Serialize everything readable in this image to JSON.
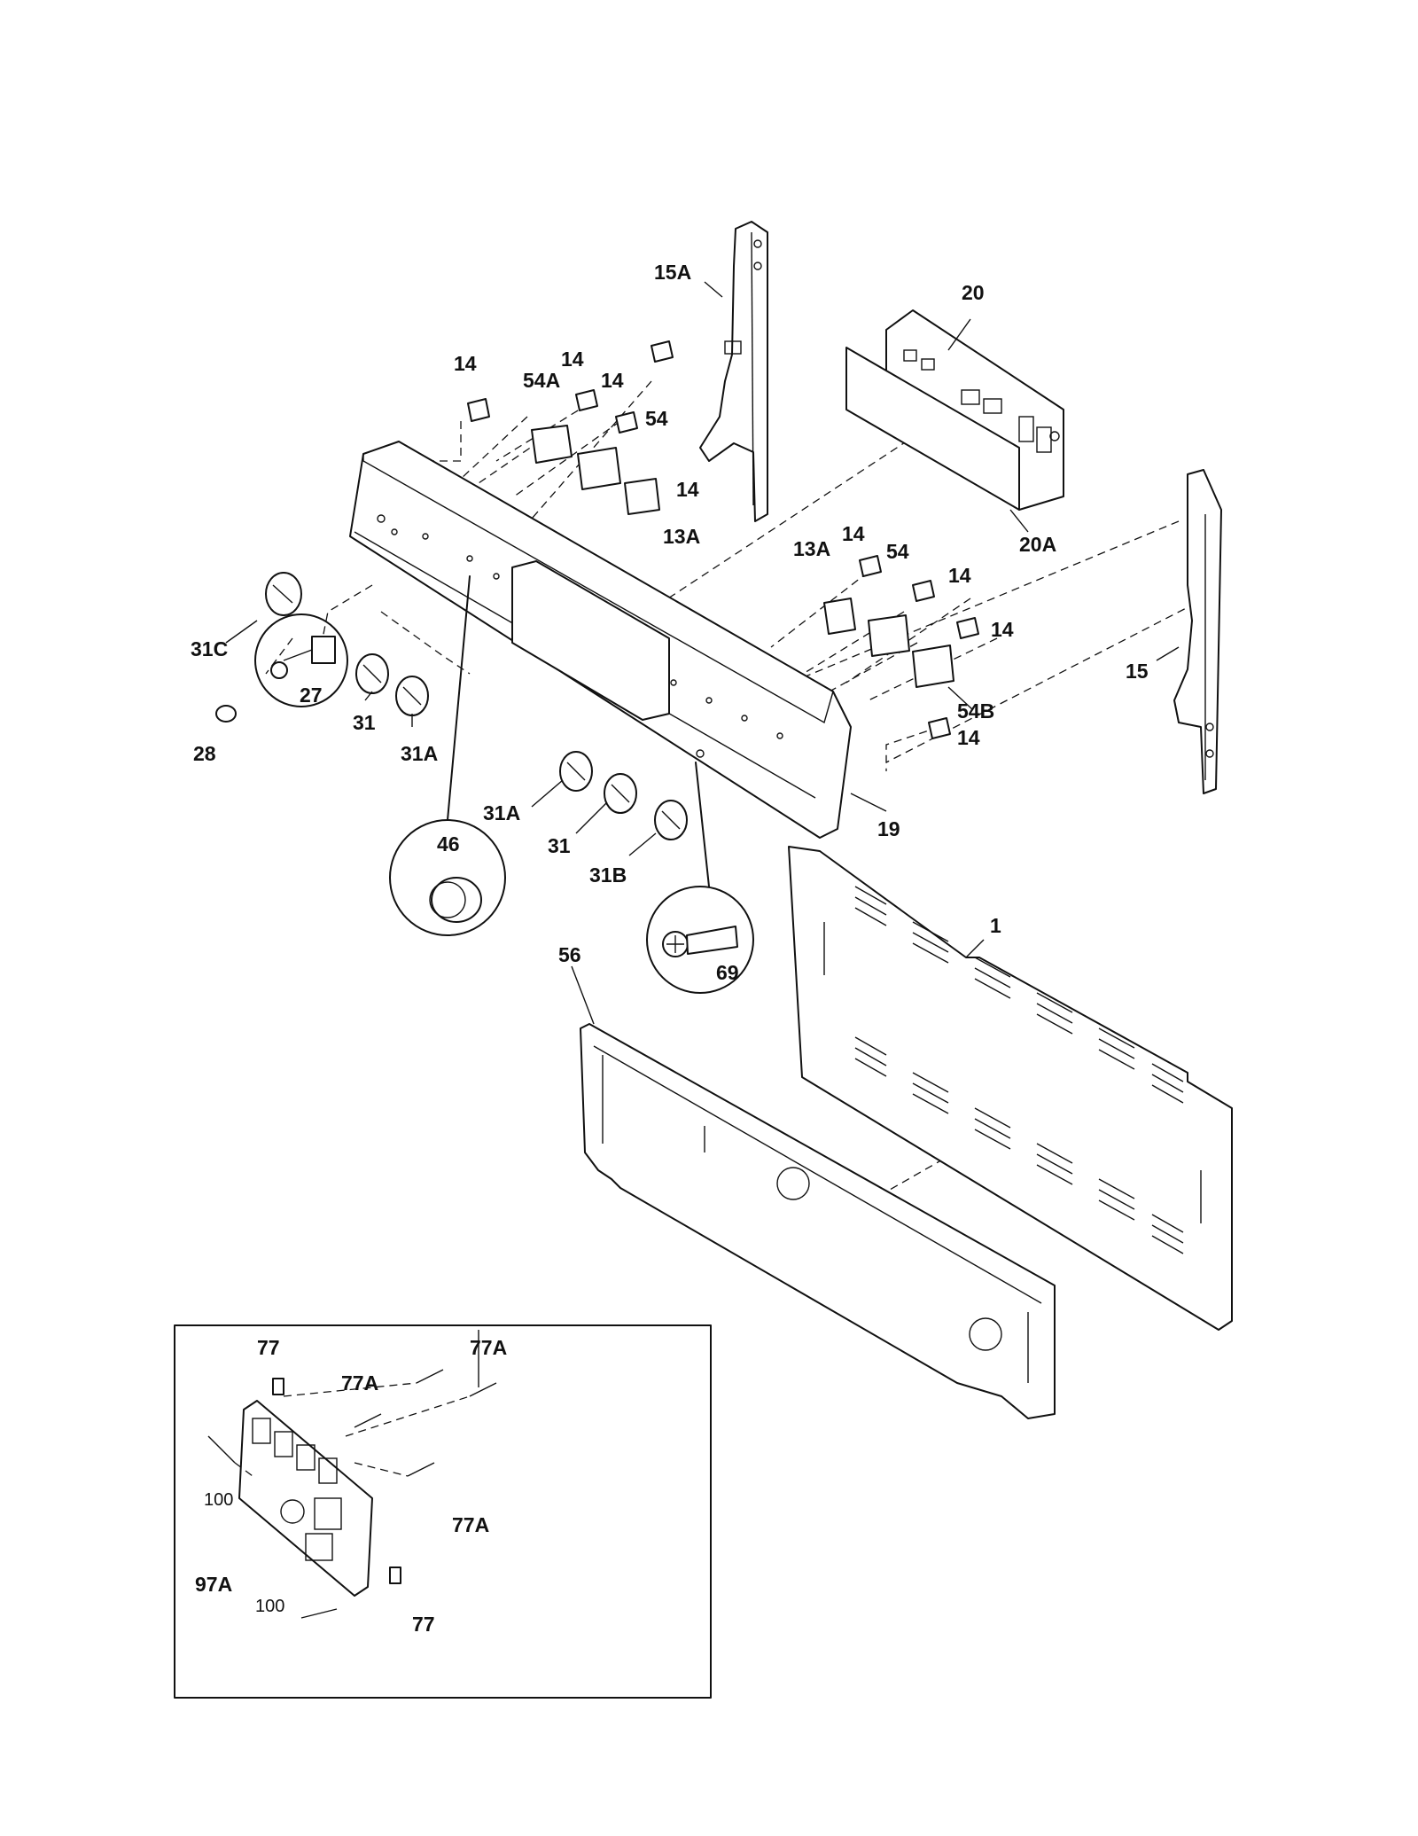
{
  "labels": {
    "p15A": "15A",
    "p20": "20",
    "p20A": "20A",
    "p15": "15",
    "p14_a": "14",
    "p14_b": "14",
    "p14_c": "14",
    "p14_d": "14",
    "p14_e": "14",
    "p14_f": "14",
    "p14_g": "14",
    "p14_h": "14",
    "p54A": "54A",
    "p54_a": "54",
    "p54_b": "54",
    "p54B": "54B",
    "p13A_a": "13A",
    "p13A_b": "13A",
    "p31C": "31C",
    "p27": "27",
    "p28": "28",
    "p31_a": "31",
    "p31A_a": "31A",
    "p31A_b": "31A",
    "p31_b": "31",
    "p31B": "31B",
    "p19": "19",
    "p46": "46",
    "p69": "69",
    "p1": "1",
    "p56": "56",
    "p77_a": "77",
    "p77A_a": "77A",
    "p77A_b": "77A",
    "p77A_c": "77A",
    "p100_a": "100",
    "p100_b": "100",
    "p97A": "97A",
    "p77_b": "77"
  }
}
